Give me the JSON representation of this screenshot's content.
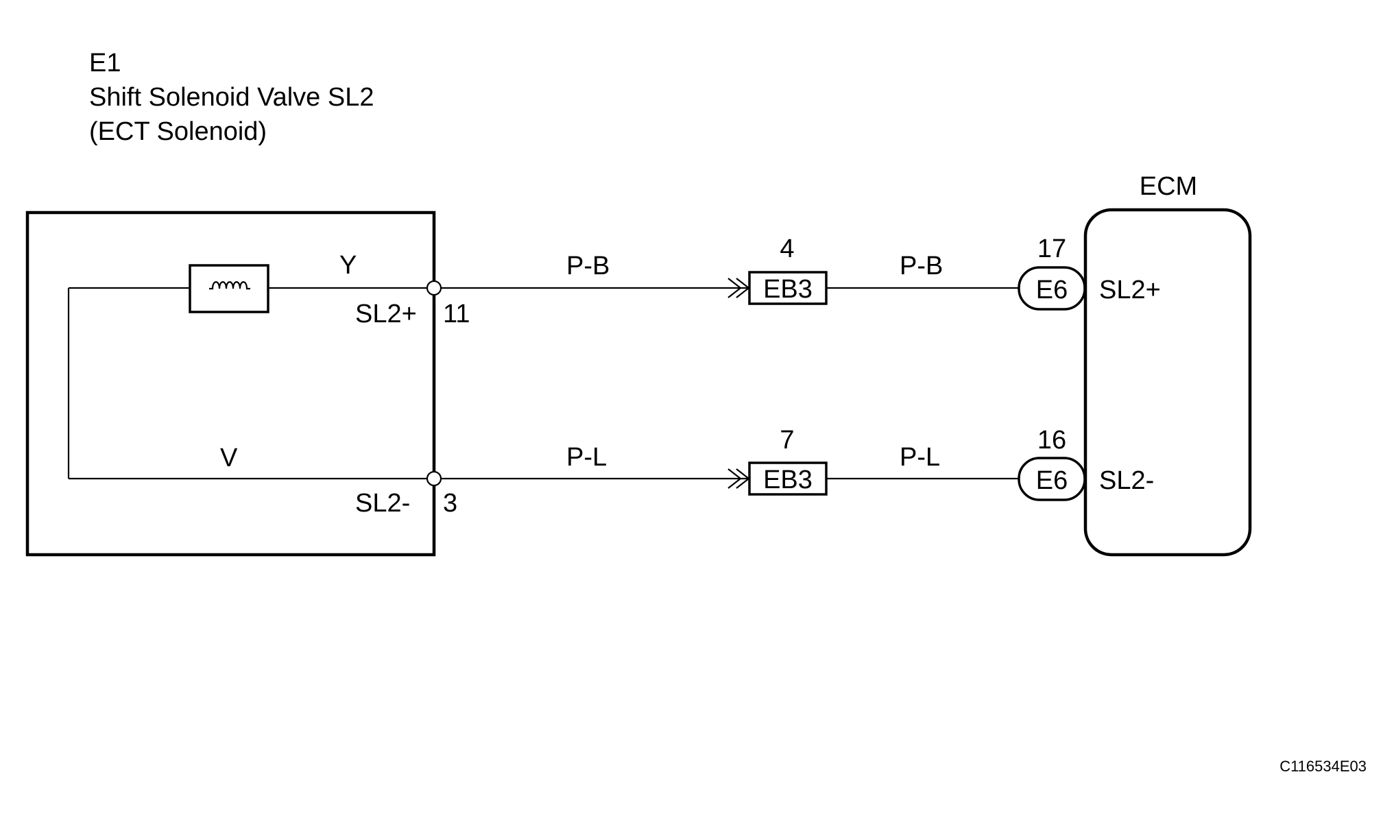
{
  "component": {
    "id": "E1",
    "name": "Shift Solenoid Valve SL2",
    "subtitle": "(ECT Solenoid)",
    "wire_y": "Y",
    "wire_v": "V",
    "pin_top_name": "SL2+",
    "pin_top_no": "11",
    "pin_bottom_name": "SL2-",
    "pin_bottom_no": "3"
  },
  "top_line": {
    "wire_left": "P-B",
    "joint_pin": "4",
    "joint_name": "EB3",
    "wire_right": "P-B",
    "ecm_pin_no": "17",
    "ecm_connector": "E6",
    "ecm_terminal": "SL2+"
  },
  "bottom_line": {
    "wire_left": "P-L",
    "joint_pin": "7",
    "joint_name": "EB3",
    "wire_right": "P-L",
    "ecm_pin_no": "16",
    "ecm_connector": "E6",
    "ecm_terminal": "SL2-"
  },
  "ecm": {
    "label": "ECM"
  },
  "figure_code": "C116534E03",
  "colors": {
    "ink": "#000000",
    "background": "#ffffff"
  }
}
